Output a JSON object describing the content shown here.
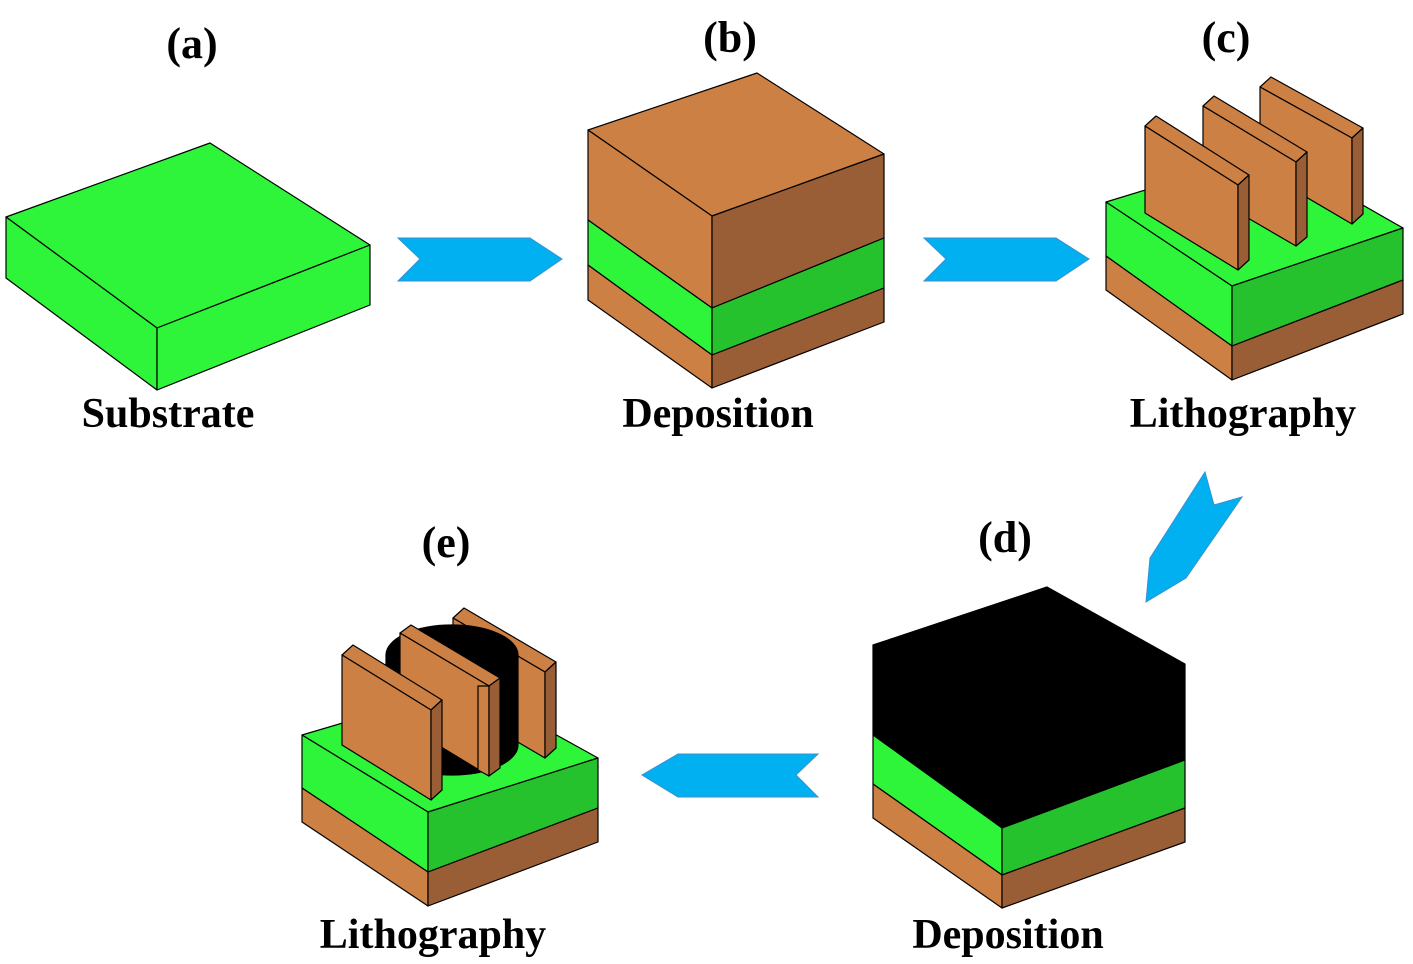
{
  "steps": [
    {
      "tag": "(a)",
      "name": "Substrate"
    },
    {
      "tag": "(b)",
      "name": "Deposition"
    },
    {
      "tag": "(c)",
      "name": "Lithography"
    },
    {
      "tag": "(d)",
      "name": "Deposition"
    },
    {
      "tag": "(e)",
      "name": "Lithography"
    }
  ],
  "colors": {
    "green_front": "#2ef53a",
    "green_side": "#25c22e",
    "brown_front": "#cd8044",
    "brown_side": "#995e35",
    "black": "#000000",
    "arrow": "#00b0f0"
  }
}
